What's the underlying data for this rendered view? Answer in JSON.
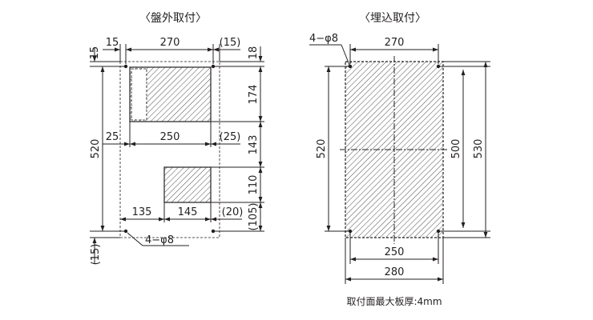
{
  "surface_mount": {
    "title": "〈盤外取付〉",
    "dim_top": [
      "15",
      "270",
      "(15)"
    ],
    "dim_right": [
      "18",
      "174",
      "143",
      "110",
      "(105)"
    ],
    "dim_left_height": "520",
    "dim_left_bottom": "(15)",
    "dim_middle": [
      "25",
      "250",
      "(25)"
    ],
    "dim_lower": [
      "135",
      "145",
      "(20)"
    ],
    "holes": "4−φ8"
  },
  "flush_mount": {
    "title": "〈埋込取付〉",
    "holes": "4−φ8",
    "dim_top": "270",
    "dim_left_height": "520",
    "dim_right_inner": "500",
    "dim_right_outer": "530",
    "dim_bottom_inner": "250",
    "dim_bottom_outer": "280",
    "note": "取付面最大板厚:4mm"
  },
  "colors": {
    "line": "#231f20",
    "background": "#ffffff"
  }
}
